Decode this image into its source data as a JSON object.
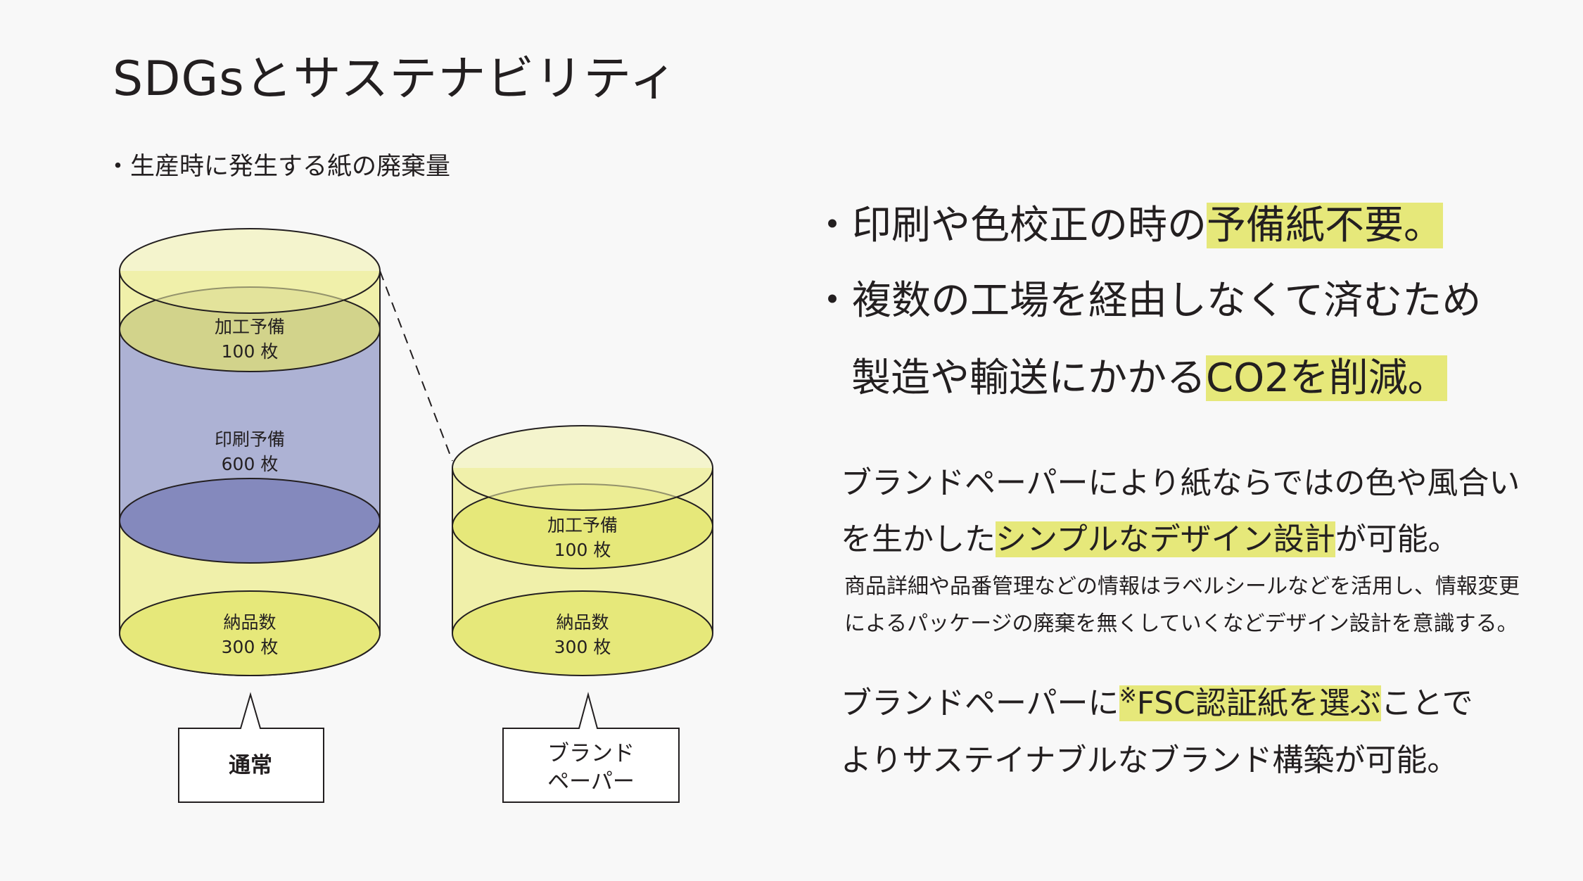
{
  "title": "SDGsとサステナビリティ",
  "subtitle": "・生産時に発生する紙の廃棄量",
  "left_cylinder": {
    "segments": [
      {
        "name": "加工予備",
        "count": "100 枚"
      },
      {
        "name": "印刷予備",
        "count": "600 枚"
      },
      {
        "name": "納品数",
        "count": "300 枚"
      }
    ],
    "label": "通常"
  },
  "right_cylinder": {
    "segments": [
      {
        "name": "加工予備",
        "count": "100 枚"
      },
      {
        "name": "納品数",
        "count": "300 枚"
      }
    ],
    "label_line1": "ブランド",
    "label_line2": "ペーパー"
  },
  "colors": {
    "yellow": "#e6e87a",
    "light_yellow": "#f0f0aa",
    "blue": "#adb2d4",
    "dark_blue": "#8489bd"
  },
  "points": {
    "p1_before": "・印刷や色校正の時の",
    "p1_highlight": "予備紙不要。",
    "p2": "・複数の工場を経由しなくて済むため",
    "p3_before": "製造や輸送にかかる",
    "p3_highlight": "CO2を削減。"
  },
  "design": {
    "line1": "ブランドペーパーにより紙ならではの色や風合い",
    "line2_before": "を生かした",
    "line2_highlight": "シンプルなデザイン設計",
    "line2_after": "が可能。",
    "small1": "商品詳細や品番管理などの情報はラベルシールなどを活用し、情報変更",
    "small2": "によるパッケージの廃棄を無くしていくなどデザイン設計を意識する。"
  },
  "fsc": {
    "line1_before": "ブランドペーパーに",
    "note_mark": "※",
    "line1_highlight": "FSC認証紙を選ぶ",
    "line1_after": "ことで",
    "line2": "よりサステイナブルなブランド構築が可能。"
  }
}
